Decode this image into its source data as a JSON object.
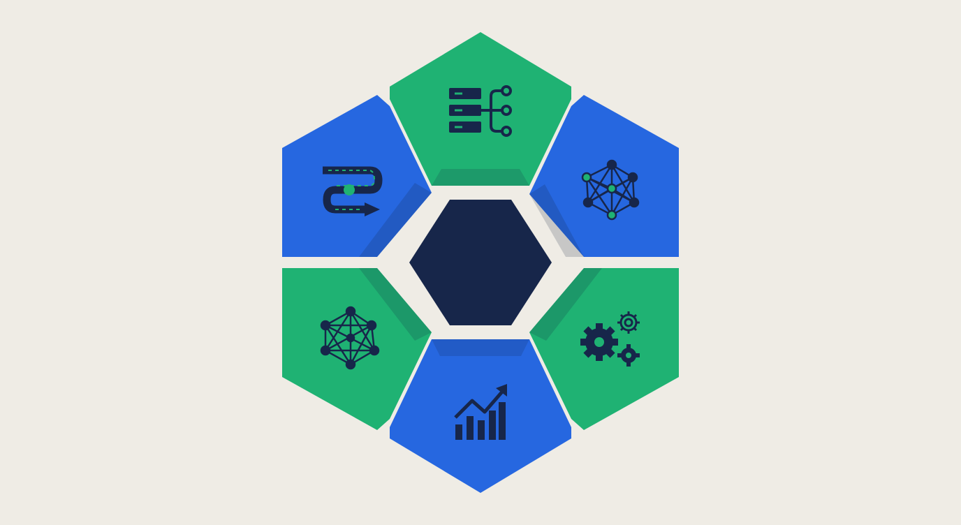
{
  "colors": {
    "background": "#efece5",
    "blue": "#2667e0",
    "green": "#1fb273",
    "navy": "#17264a",
    "shadow": "#111f3d"
  },
  "diagram": {
    "center": {
      "shape": "hexagon",
      "color": "navy",
      "text": ""
    },
    "segments": [
      {
        "id": "top",
        "color": "green",
        "icon": "server-network-icon"
      },
      {
        "id": "upper-right",
        "color": "blue",
        "icon": "network-mesh-icon"
      },
      {
        "id": "lower-right",
        "color": "green",
        "icon": "gears-icon"
      },
      {
        "id": "bottom",
        "color": "blue",
        "icon": "growth-chart-icon"
      },
      {
        "id": "lower-left",
        "color": "green",
        "icon": "neural-network-icon"
      },
      {
        "id": "upper-left",
        "color": "blue",
        "icon": "roadmap-path-icon"
      }
    ]
  }
}
